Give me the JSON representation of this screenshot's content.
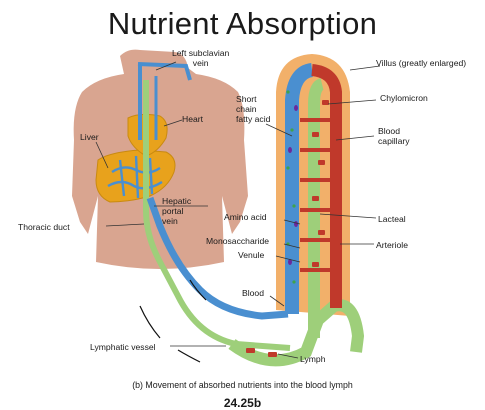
{
  "title": "Nutrient Absorption",
  "labels": {
    "left_subclavian_vein": "Left subclavian\nvein",
    "villus": "Villus (greatly enlarged)",
    "heart": "Heart",
    "short_chain_fatty_acid": "Short\nchain\nfatty acid",
    "chylomicron": "Chylomicron",
    "liver": "Liver",
    "blood_capillary": "Blood\ncapillary",
    "hepatic_portal_vein": "Hepatic\nportal\nvein",
    "thoracic_duct": "Thoracic duct",
    "amino_acid": "Amino acid",
    "lacteal": "Lacteal",
    "monosaccharide": "Monosaccharide",
    "arteriole": "Arteriole",
    "venule": "Venule",
    "blood": "Blood",
    "lymphatic_vessel": "Lymphatic vessel",
    "lymph": "Lymph"
  },
  "caption": "(b) Movement of absorbed nutrients into the blood lymph",
  "figure_number": "24.25b",
  "colors": {
    "body": "#d9a590",
    "liver": "#e8a21c",
    "heart": "#e8a21c",
    "vein_blue": "#4a8fd0",
    "lymph_green": "#9ecf7a",
    "artery_red": "#c0392b",
    "villus_orange": "#f2b06a"
  }
}
